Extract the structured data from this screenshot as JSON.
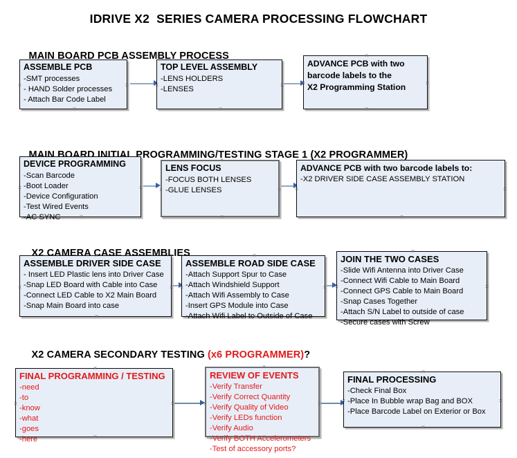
{
  "document": {
    "title": "IDRIVE X2  SERIES CAMERA PROCESSING FLOWCHART"
  },
  "colors": {
    "box_fill": "#e8eef7",
    "box_border": "#0b0b0b",
    "grey_border": "#6c6c70",
    "red_text": "#e01b1b",
    "connector": "#8fa9c4",
    "arrowhead": "#3a5fa8"
  },
  "sections": [
    {
      "heading": "MAIN BOARD PCB ASSEMBLY PROCESS",
      "heading_red": "",
      "heading_suffix": "",
      "boxes": [
        {
          "title": "ASSEMBLE PCB",
          "lines": [
            "-SMT processes",
            "- HAND Solder processes",
            "- Attach Bar Code Label"
          ]
        },
        {
          "title": "TOP LEVEL ASSEMBLY",
          "lines": [
            "-LENS HOLDERS",
            "-LENSES"
          ]
        },
        {
          "title": "ADVANCE PCB with two",
          "lines": [
            "barcode labels to the",
            " X2 Programming Station"
          ]
        }
      ]
    },
    {
      "heading": "MAIN BOARD INITIAL PROGRAMMING/TESTING STAGE 1 (X2 PROGRAMMER)",
      "heading_red": "",
      "heading_suffix": "",
      "boxes": [
        {
          "title": "DEVICE PROGRAMMING",
          "lines": [
            "-Scan Barcode",
            "-Boot Loader",
            "-Device Configuration",
            "-Test Wired Events",
            "-AC SYNC"
          ]
        },
        {
          "title": "LENS FOCUS",
          "lines": [
            "-FOCUS BOTH LENSES",
            "-GLUE LENSES"
          ]
        },
        {
          "title": "ADVANCE PCB with two barcode labels to:",
          "lines": [
            "-X2 DRIVER  SIDE  CASE  ASSEMBLY STATION"
          ]
        }
      ]
    },
    {
      "heading": "X2 CAMERA CASE ASSEMBLIES",
      "heading_red": "",
      "heading_suffix": "",
      "boxes": [
        {
          "title": "ASSEMBLE DRIVER SIDE CASE",
          "lines": [
            "- Insert LED Plastic lens into Driver Case",
            "-Snap LED Board with Cable into Case",
            "-Connect LED Cable to X2 Main Board",
            "-Snap Main Board into case"
          ]
        },
        {
          "title": "ASSEMBLE ROAD SIDE CASE",
          "lines": [
            "-Attach Support Spur to Case",
            "-Attach Windshield Support",
            "-Attach Wifi Assembly to Case",
            "-Insert GPS Module into Case",
            "-Attach Wifi Label to Outside of Case"
          ]
        },
        {
          "title": "JOIN THE TWO CASES",
          "lines": [
            "-Slide Wifi Antenna into Driver Case",
            "-Connect Wifi Cable to Main Board",
            "-Connect GPS Cable to Main Board",
            "-Snap Cases Together",
            "-Attach S/N Label to outside of case",
            "-Secure cases with Screw"
          ]
        }
      ]
    },
    {
      "heading": "X2 CAMERA SECONDARY TESTING ",
      "heading_red": "(x6 PROGRAMMER)",
      "heading_suffix": "?",
      "boxes": [
        {
          "title": "FINAL PROGRAMMING / TESTING",
          "lines": [
            "-need",
            "-to",
            "-know",
            "-what",
            "-goes",
            "-here"
          ]
        },
        {
          "title": "REVIEW OF EVENTS",
          "lines": [
            "-Verify Transfer",
            "-Verify Correct Quantity",
            "-Verify Quality of Video",
            "-Verify LEDs function",
            "-Verify Audio",
            "-Verify BOTH Accelerometers",
            "-Test of accessory ports?"
          ]
        },
        {
          "title": "FINAL PROCESSING",
          "lines": [
            " -Check Final Box",
            "-Place In Bubble wrap Bag and BOX",
            "-Place Barcode Label on Exterior or Box"
          ]
        }
      ]
    }
  ]
}
